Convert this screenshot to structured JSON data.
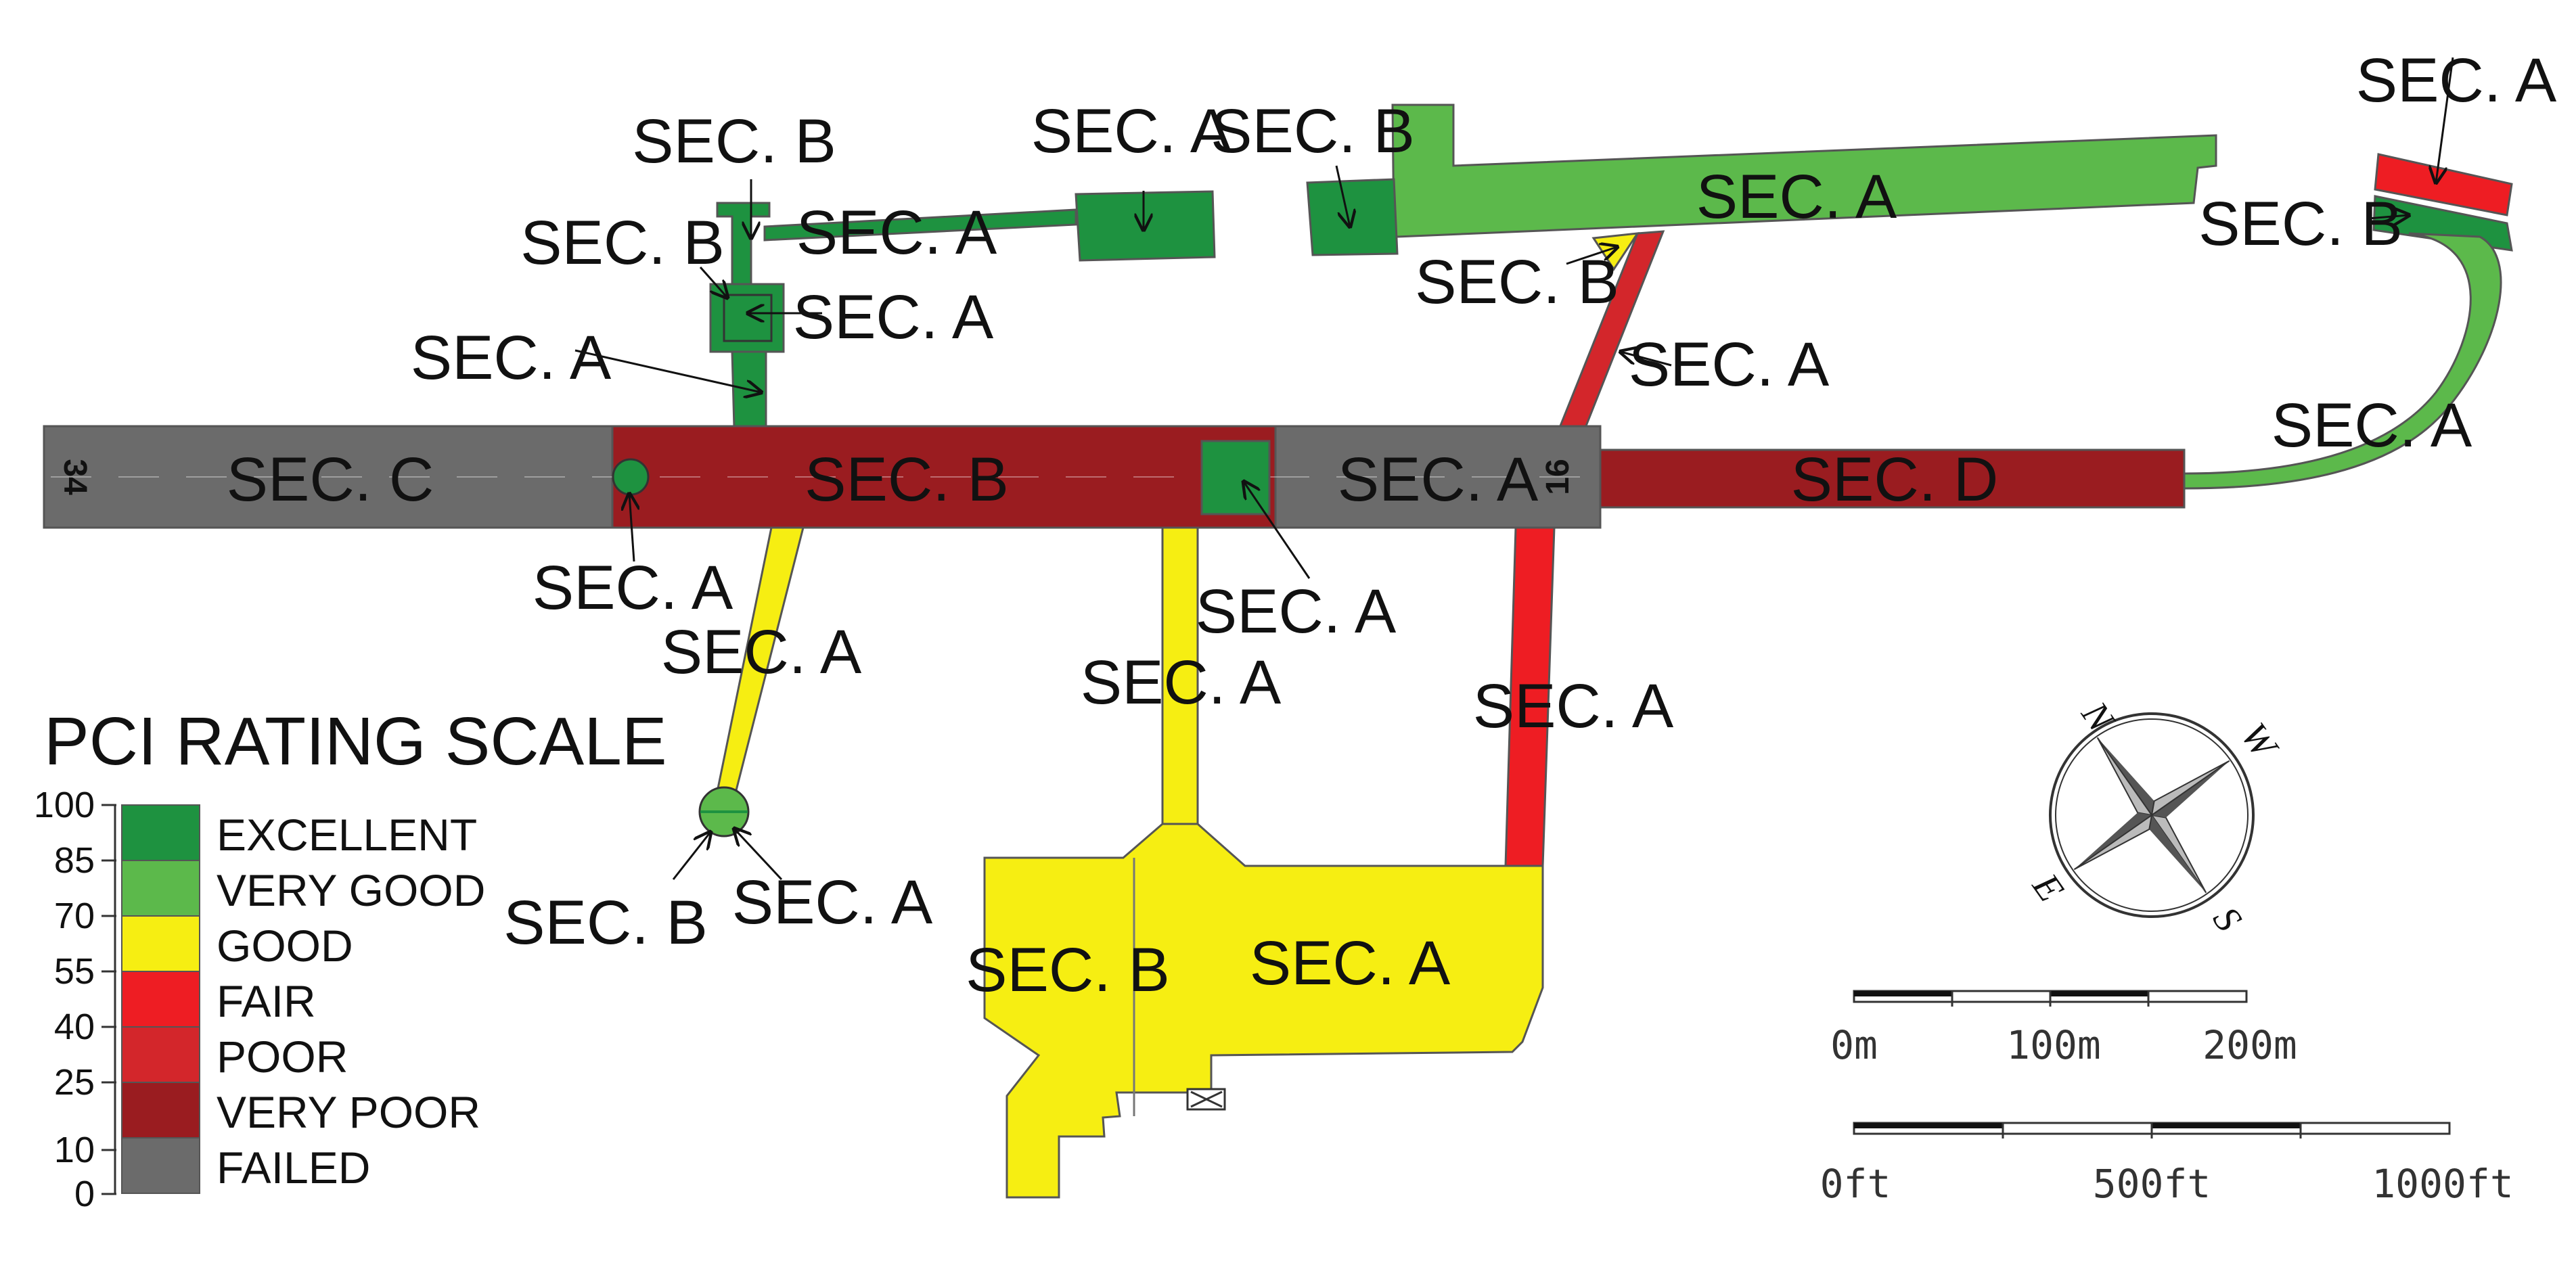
{
  "colors": {
    "excellent": "#1e9240",
    "very_good": "#5cb94b",
    "good": "#f6ee12",
    "fair": "#ee1d23",
    "poor": "#d3262b",
    "very_poor": "#9a1c20",
    "failed": "#6b6b6b"
  },
  "runway": {
    "end_left": "34",
    "end_right": "16",
    "sections": {
      "c": "SEC. C",
      "b": "SEC. B",
      "a": "SEC. A",
      "d": "SEC. D"
    }
  },
  "labels": {
    "sec_a": "SEC. A",
    "sec_b": "SEC. B"
  },
  "legend": {
    "title": "PCI RATING SCALE",
    "ticks": [
      "100",
      "85",
      "70",
      "55",
      "40",
      "25",
      "10",
      "0"
    ],
    "items": [
      {
        "label": "EXCELLENT",
        "color_key": "excellent"
      },
      {
        "label": "VERY GOOD",
        "color_key": "very_good"
      },
      {
        "label": "GOOD",
        "color_key": "good"
      },
      {
        "label": "FAIR",
        "color_key": "fair"
      },
      {
        "label": "POOR",
        "color_key": "poor"
      },
      {
        "label": "VERY POOR",
        "color_key": "very_poor"
      },
      {
        "label": "FAILED",
        "color_key": "failed"
      }
    ]
  },
  "compass": {
    "n": "N",
    "s": "S",
    "e": "E",
    "w": "W"
  },
  "scale_bars": {
    "metric": [
      "0m",
      "100m",
      "200m"
    ],
    "imperial": [
      "0ft",
      "500ft",
      "1000ft"
    ]
  }
}
